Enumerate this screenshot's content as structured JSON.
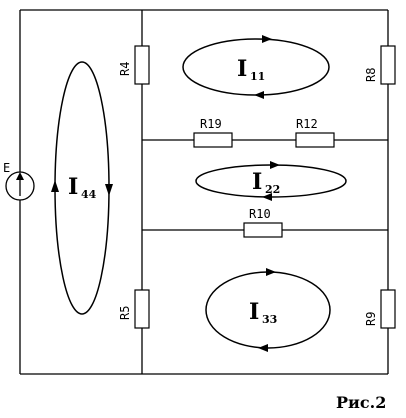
{
  "components": {
    "source": {
      "label": "E"
    },
    "R4": {
      "label": "R4"
    },
    "R5": {
      "label": "R5"
    },
    "R8": {
      "label": "R8"
    },
    "R9": {
      "label": "R9"
    },
    "R10": {
      "label": "R10"
    },
    "R12": {
      "label": "R12"
    },
    "R19": {
      "label": "R19"
    }
  },
  "loops": {
    "I11": {
      "main": "I",
      "sub": "11"
    },
    "I22": {
      "main": "I",
      "sub": "22"
    },
    "I33": {
      "main": "I",
      "sub": "33"
    },
    "I44": {
      "main": "I",
      "sub": "44"
    }
  },
  "caption": "Рис.2"
}
